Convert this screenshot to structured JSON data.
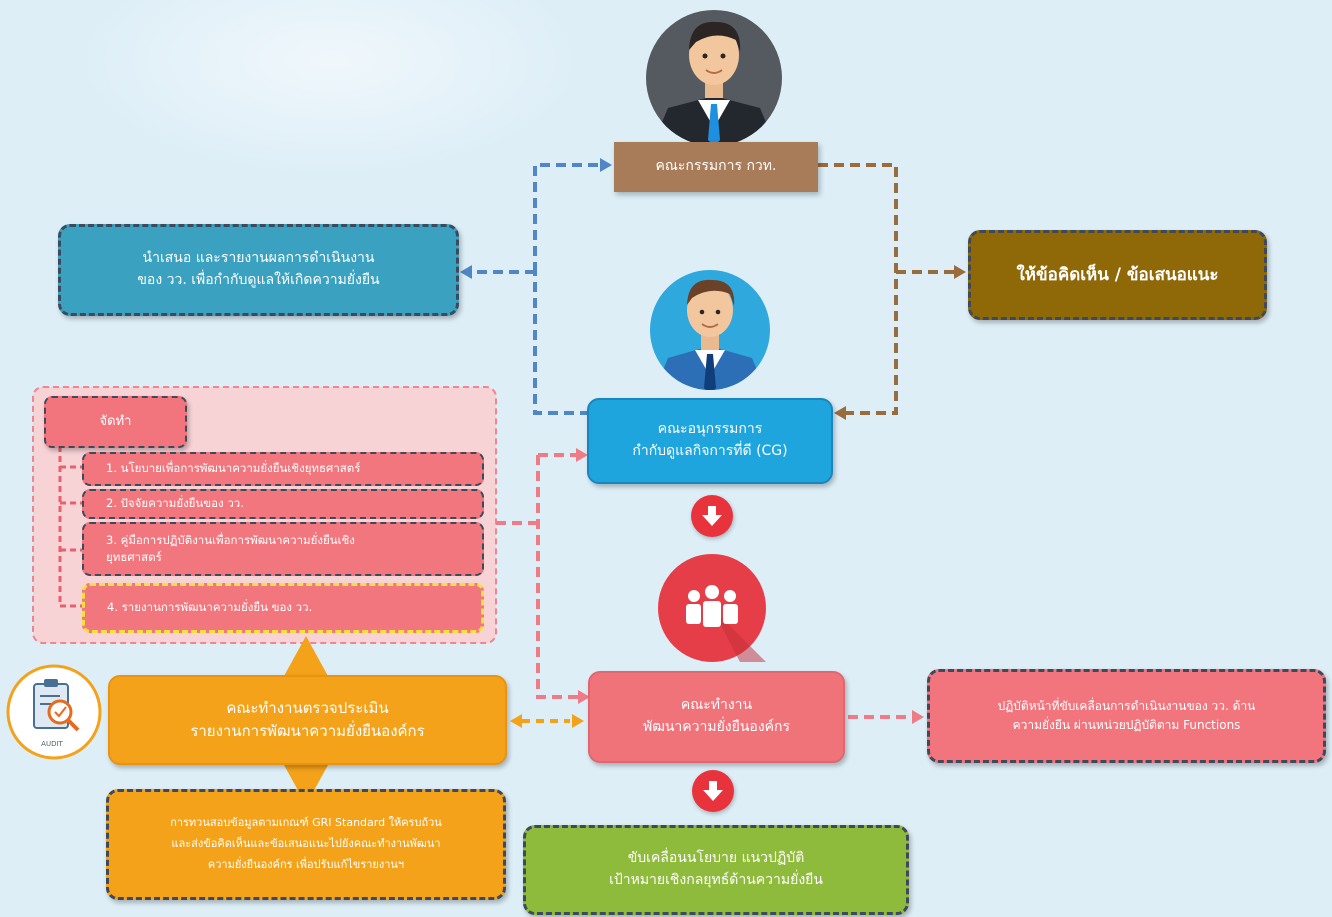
{
  "colors": {
    "background": "#ddeef7",
    "board_box": "#a87c59",
    "report_box": "#3aa1c0",
    "advice_box": "#8f6908",
    "subcommittee_box": "#1ea5de",
    "working_group_box": "#f0737a",
    "duty_box": "#f2757d",
    "review_team_box": "#f4a21a",
    "policy_box": "#8fbb3c",
    "prepare_panel": "#f8d3d6",
    "arrow_blue": "#4f86c6",
    "arrow_brown": "#9a6b3c",
    "arrow_pink": "#ef7b86",
    "arrow_orange": "#f4a21a",
    "alert_red": "#e8333d"
  },
  "icons": [
    "board-member-avatar",
    "subcommittee-member-avatar",
    "down-arrow-icon",
    "team-people-icon",
    "audit-clipboard-icon"
  ],
  "board": {
    "label": "คณะกรรมการ กวท."
  },
  "report": {
    "lines": [
      "นำเสนอ และรายงานผลการดำเนินงาน",
      "ของ วว. เพื่อกำกับดูแลให้เกิดความยั่งยืน"
    ]
  },
  "advice": {
    "label": "ให้ข้อคิดเห็น / ข้อเสนอแนะ"
  },
  "subcommittee": {
    "lines": [
      "คณะอนุกรรมการ",
      "กำกับดูแลกิจการที่ดี (CG)"
    ]
  },
  "prepare": {
    "title": "จัดทำ",
    "items": [
      "1. นโยบายเพื่อการพัฒนาความยั่งยืนเชิงยุทธศาสตร์",
      "2. ปัจจัยความยั่งยืนของ วว.",
      "3. คู่มือการปฏิบัติงานเพื่อการพัฒนาความยั่งยืนเชิง",
      "ยุทธศาสตร์",
      "4. รายงานการพัฒนาความยั่งยืน  ของ วว."
    ]
  },
  "working_group": {
    "lines": [
      "คณะทำงาน",
      "พัฒนาความยั่งยืนองค์กร"
    ]
  },
  "duty": {
    "lines": [
      "ปฏิบัติหน้าที่ขับเคลื่อนการดำเนินงานของ วว. ด้าน",
      "ความยั่งยืน ผ่านหน่วยปฏิบัติตาม Functions"
    ]
  },
  "review_team": {
    "lines": [
      "คณะทำงานตรวจประเมิน",
      "รายงานการพัฒนาความยั่งยืนองค์กร"
    ]
  },
  "audit_icon": {
    "label": "AUDIT"
  },
  "review_note": {
    "lines": [
      "การทวนสอบข้อมูลตามเกณฑ์ GRI Standard ให้ครบถ้วน",
      "และส่งข้อคิดเห็นและข้อเสนอแนะไปยังคณะทำงานพัฒนา",
      "ความยั่งยืนองค์กร เพื่อปรับแก้ไขรายงานฯ"
    ]
  },
  "policy": {
    "lines": [
      "ขับเคลื่อนนโยบาย  แนวปฏิบัติ",
      "เป้าหมายเชิงกลยุทธ์ด้านความยั่งยืน"
    ]
  }
}
